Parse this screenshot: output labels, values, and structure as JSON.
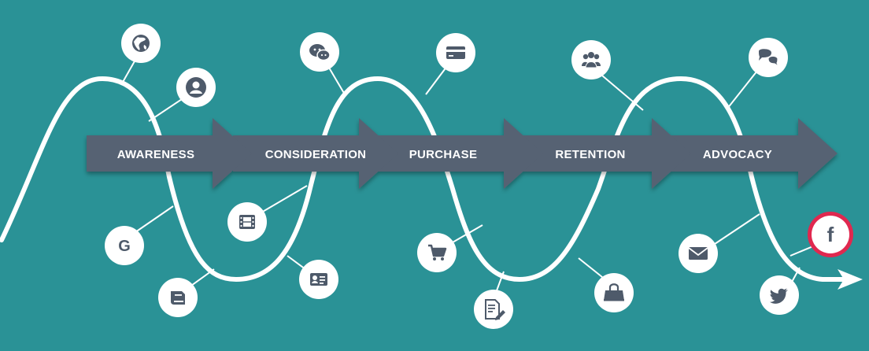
{
  "colors": {
    "background": "#2a9296",
    "arrow": "#566273",
    "icon": "#4e5a6a",
    "curve": "#ffffff",
    "highlight": "#e0284f"
  },
  "stages": [
    {
      "label": "AWARENESS"
    },
    {
      "label": "CONSIDERATION"
    },
    {
      "label": "PURCHASE"
    },
    {
      "label": "RETENTION"
    },
    {
      "label": "ADVOCACY"
    }
  ],
  "icons": [
    {
      "name": "globe-icon"
    },
    {
      "name": "user-profile-icon"
    },
    {
      "name": "google-icon",
      "glyph": "G"
    },
    {
      "name": "book-icon"
    },
    {
      "name": "chat-bubbles-icon"
    },
    {
      "name": "film-icon"
    },
    {
      "name": "id-card-icon"
    },
    {
      "name": "credit-card-icon"
    },
    {
      "name": "shopping-cart-icon"
    },
    {
      "name": "document-edit-icon"
    },
    {
      "name": "group-icon"
    },
    {
      "name": "shopping-bag-icon"
    },
    {
      "name": "speech-bubbles-icon"
    },
    {
      "name": "envelope-icon"
    },
    {
      "name": "facebook-icon",
      "glyph": "f"
    },
    {
      "name": "twitter-icon"
    }
  ]
}
